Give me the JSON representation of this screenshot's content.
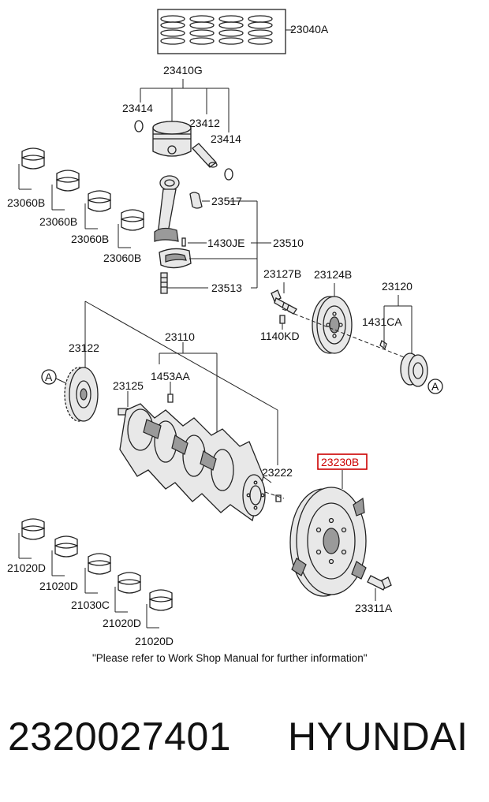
{
  "diagram": {
    "callouts": {
      "c_23040A": "23040A",
      "c_23410G": "23410G",
      "c_23414a": "23414",
      "c_23412": "23412",
      "c_23414b": "23414",
      "c_23060B_1": "23060B",
      "c_23060B_2": "23060B",
      "c_23060B_3": "23060B",
      "c_23060B_4": "23060B",
      "c_23517": "23517",
      "c_1430JE": "1430JE",
      "c_23510": "23510",
      "c_23513": "23513",
      "c_23127B": "23127B",
      "c_23124B": "23124B",
      "c_23120": "23120",
      "c_1431CA": "1431CA",
      "c_1140KD": "1140KD",
      "c_23122": "23122",
      "c_23110": "23110",
      "c_1453AA": "1453AA",
      "c_23125": "23125",
      "c_23222": "23222",
      "c_23230B": "23230B",
      "c_23311A": "23311A",
      "c_21020D_1": "21020D",
      "c_21020D_2": "21020D",
      "c_21030C": "21030C",
      "c_21020D_3": "21020D",
      "c_21020D_4": "21020D",
      "ref_a_left": "A",
      "ref_a_right": "A"
    },
    "highlight_color": "#cc0000",
    "note": "\"Please refer to Work Shop Manual for further information\""
  },
  "footer": {
    "part_number": "2320027401",
    "brand": "HYUNDAI"
  }
}
